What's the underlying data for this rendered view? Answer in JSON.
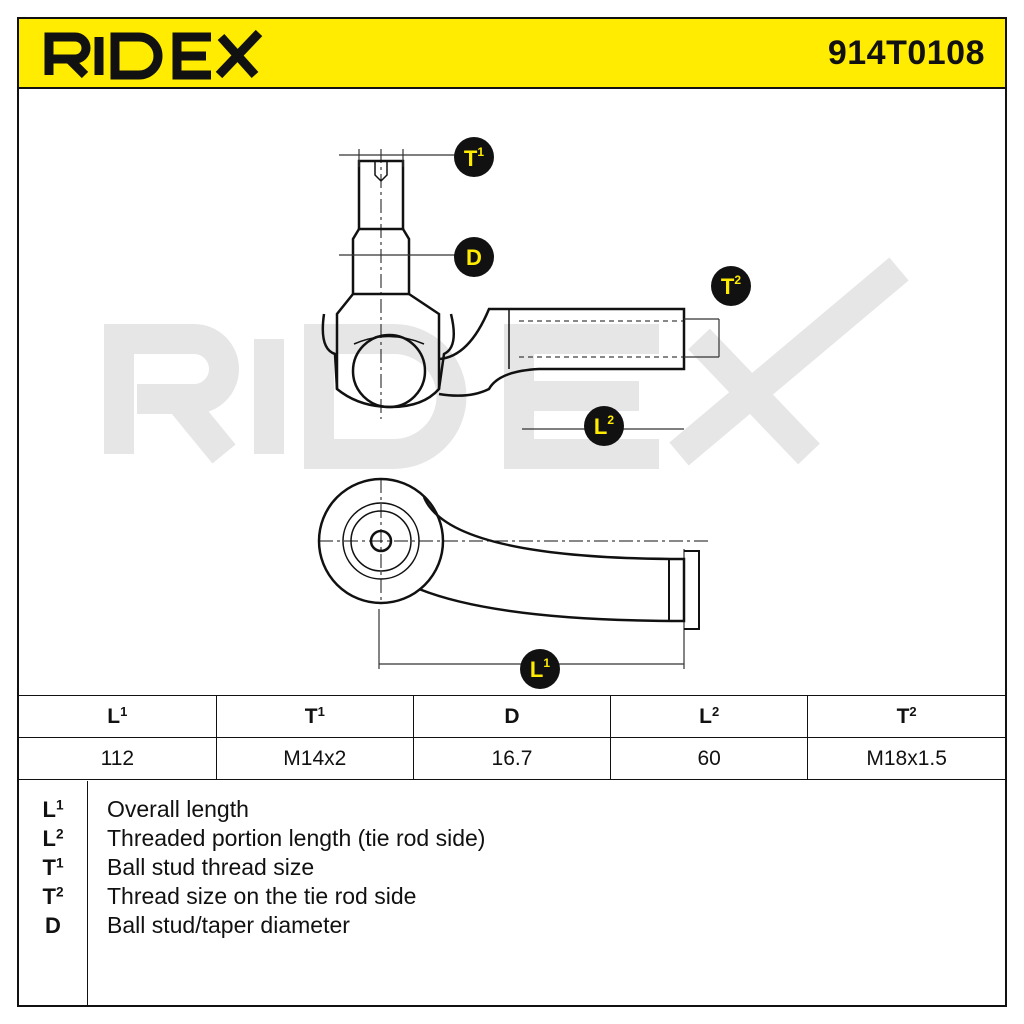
{
  "brand": {
    "name": "RIDEX",
    "color": "#ffec00"
  },
  "part_number": "914T0108",
  "drawing": {
    "watermark": "RIDEX",
    "labels": {
      "T1": {
        "base": "T",
        "sup": "1"
      },
      "D": {
        "base": "D",
        "sup": ""
      },
      "T2": {
        "base": "T",
        "sup": "2"
      },
      "L2": {
        "base": "L",
        "sup": "2"
      },
      "L1": {
        "base": "L",
        "sup": "1"
      }
    }
  },
  "dimensions_table": {
    "headers": [
      {
        "base": "L",
        "sup": "1"
      },
      {
        "base": "T",
        "sup": "1"
      },
      {
        "base": "D",
        "sup": ""
      },
      {
        "base": "L",
        "sup": "2"
      },
      {
        "base": "T",
        "sup": "2"
      }
    ],
    "values": [
      "112",
      "M14x2",
      "16.7",
      "60",
      "M18x1.5"
    ]
  },
  "legend": [
    {
      "key": {
        "base": "L",
        "sup": "1"
      },
      "description": "Overall length"
    },
    {
      "key": {
        "base": "L",
        "sup": "2"
      },
      "description": "Threaded portion length (tie rod side)"
    },
    {
      "key": {
        "base": "T",
        "sup": "1"
      },
      "description": "Ball stud thread size"
    },
    {
      "key": {
        "base": "T",
        "sup": "2"
      },
      "description": "Thread size on the tie rod side"
    },
    {
      "key": {
        "base": "D",
        "sup": ""
      },
      "description": "Ball stud/taper diameter"
    }
  ]
}
